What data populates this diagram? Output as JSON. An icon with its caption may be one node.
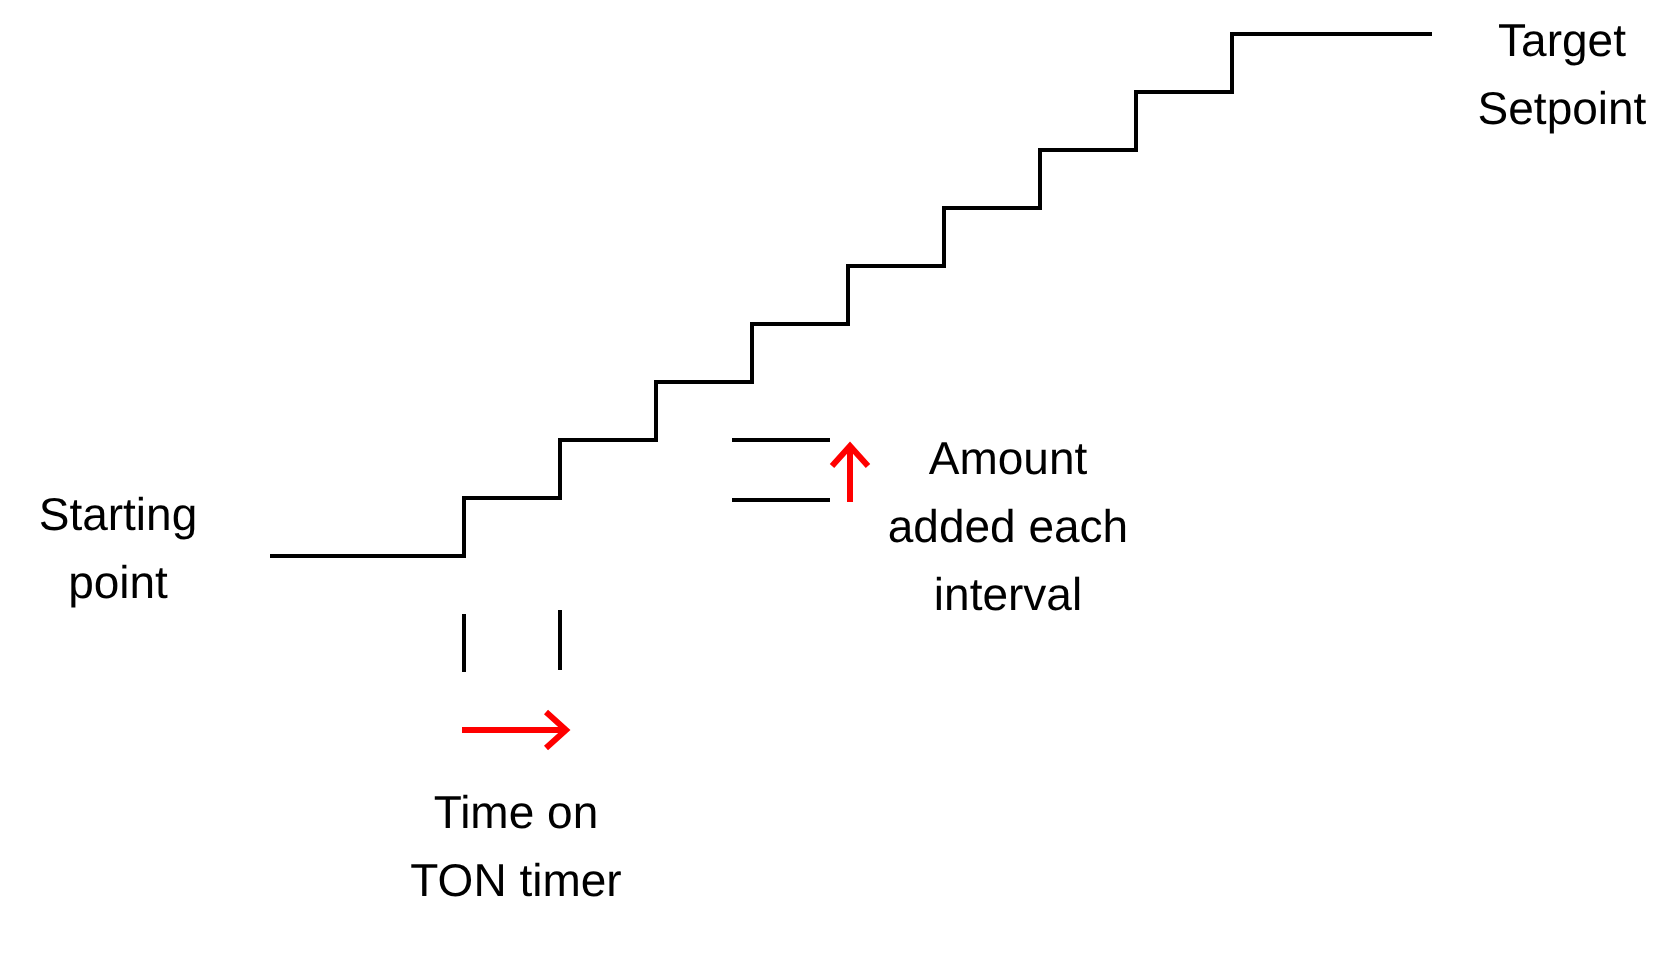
{
  "diagram": {
    "labels": [
      "Target Setpoint",
      "Starting point",
      "Amount added each interval",
      "Time on TON timer"
    ]
  }
}
